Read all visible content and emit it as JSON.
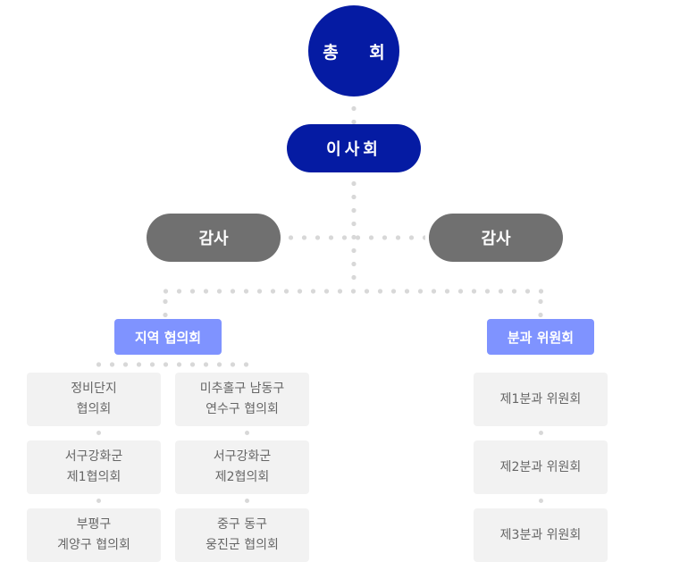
{
  "general_assembly": "총 회",
  "board": "이사회",
  "auditors": [
    "감사",
    "감사"
  ],
  "regional": {
    "title": "지역 협의회",
    "left_column": [
      "정비단지\n협의회",
      "서구강화군\n제1협의회",
      "부평구\n계양구 협의회"
    ],
    "right_column": [
      "미추홀구 남동구\n연수구 협의회",
      "서구강화군\n제2협의회",
      "중구 동구\n웅진군 협의회"
    ]
  },
  "committees": {
    "title": "분과 위원회",
    "items": [
      "제1분과 위원회",
      "제2분과 위원회",
      "제3분과 위원회"
    ]
  },
  "colors": {
    "primary": "#051ba3",
    "audit": "#707070",
    "group": "#7f93ff",
    "box": "#f2f2f2",
    "dots": "#d8d8d8"
  }
}
